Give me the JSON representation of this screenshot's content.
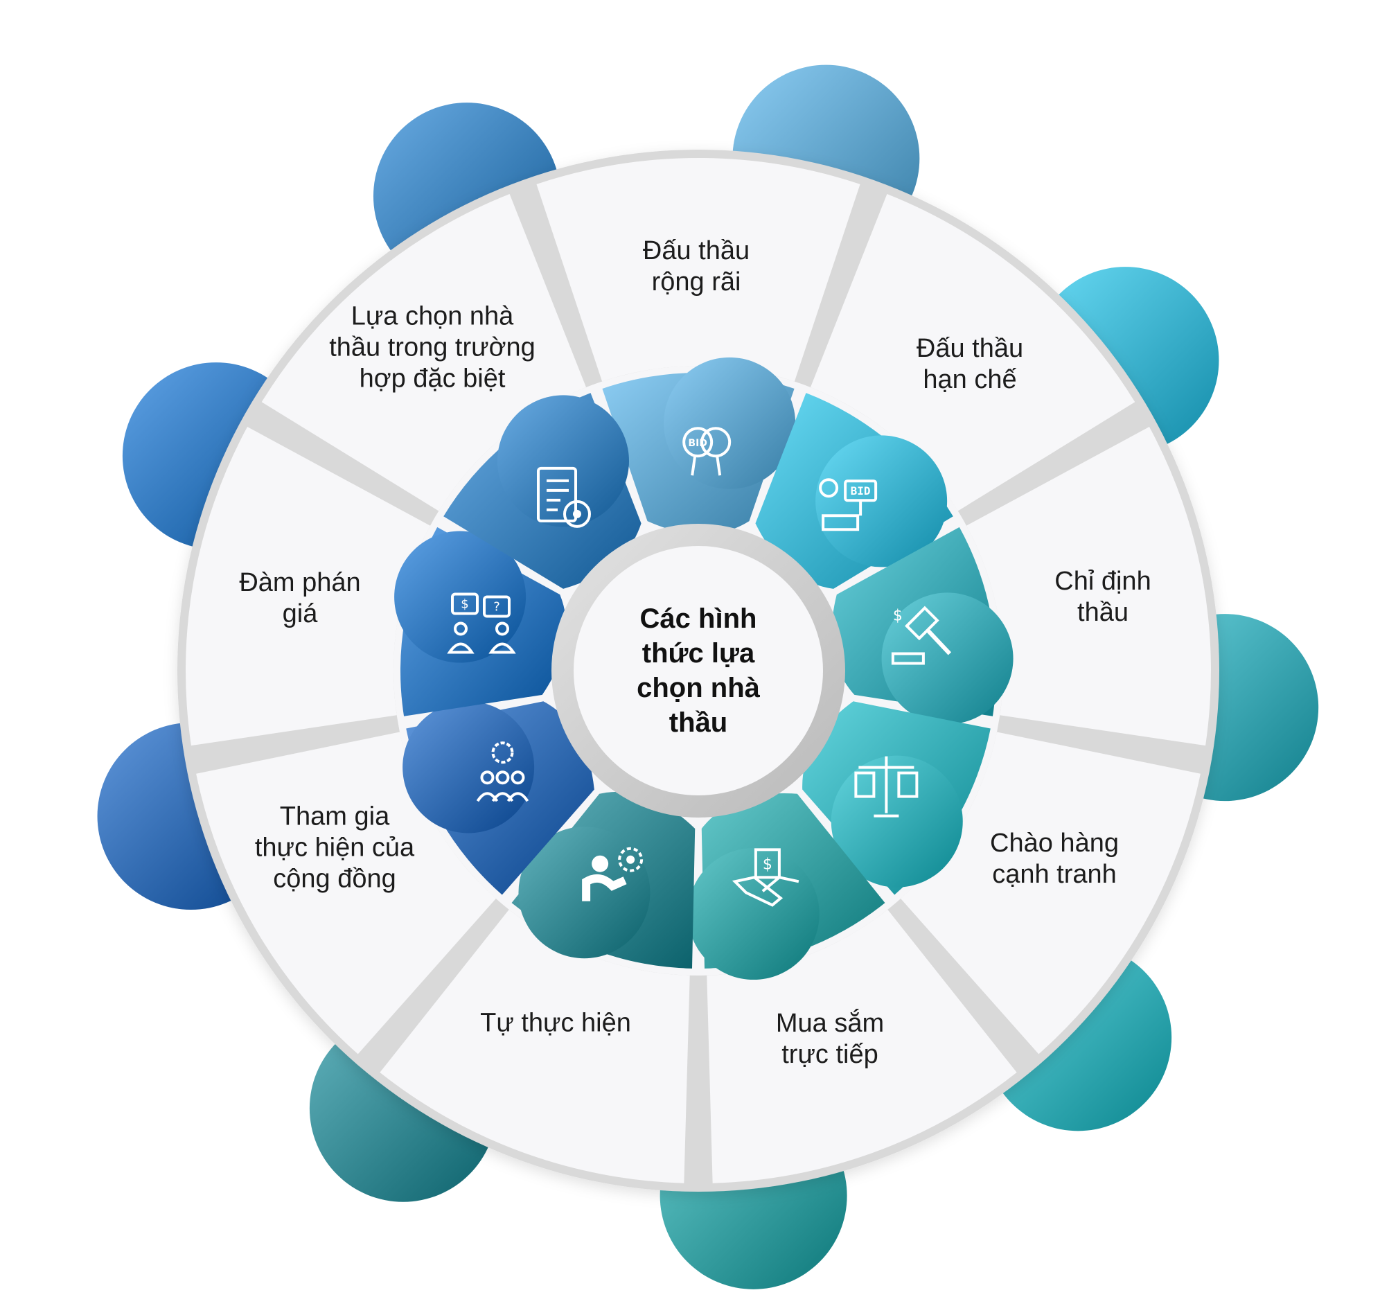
{
  "center": {
    "title": "Các hình\nthức lựa\nchọn nhà\nthầu"
  },
  "segments": [
    {
      "label": "Đấu thầu\nrộng rãi",
      "icon": "bid-paddles-icon",
      "color": "#4fb2ec"
    },
    {
      "label": "Đấu thầu\nhạn chế",
      "icon": "bid-sign-hand-icon",
      "color": "#19c7f0"
    },
    {
      "label": "Chỉ định\nthầu",
      "icon": "gavel-icon",
      "color": "#18b6c8"
    },
    {
      "label": "Chào hàng\ncạnh tranh",
      "icon": "scales-icon",
      "color": "#10bfcc"
    },
    {
      "label": "Mua sắm\ntrực tiếp",
      "icon": "handshake-icon",
      "color": "#11aaad"
    },
    {
      "label": "Tự thực hiện",
      "icon": "person-gear-icon",
      "color": "#0f8a99"
    },
    {
      "label": "Tham gia\nthực hiện của\ncộng đồng",
      "icon": "community-gear-icon",
      "color": "#0b5fc7"
    },
    {
      "label": "Đàm phán\ngiá",
      "icon": "negotiation-icon",
      "color": "#0a72d8"
    },
    {
      "label": "Lựa chọn nhà\nthầu trong trường\nhợp đặc biệt",
      "icon": "clipboard-target-icon",
      "color": "#1a7fd4"
    }
  ]
}
